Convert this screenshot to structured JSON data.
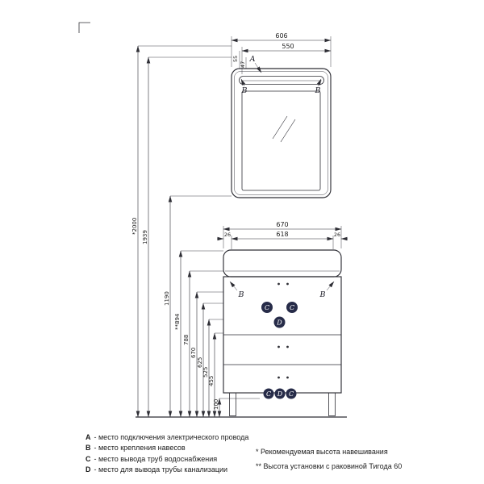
{
  "colors": {
    "line": "#2e2e35",
    "port_fill": "#272c49",
    "port_text": "#ffffff"
  },
  "drawing": {
    "mirror": {
      "dim_width": "606",
      "dim_bracket_span": "550",
      "dim_offset_top": "55",
      "dim_offset_side": "47",
      "point_label": "A",
      "bracket_label": "B"
    },
    "cabinet": {
      "dim_width": "670",
      "dim_inner_width": "618",
      "dim_side_left": "26",
      "dim_side_right": "26",
      "bracket_label": "B",
      "water_label": "C",
      "drain_label": "D"
    },
    "heights": [
      "*2000",
      "1939",
      "1190",
      "**894",
      "788",
      "670",
      "625",
      "525",
      "455",
      "100"
    ]
  },
  "legend": {
    "items": [
      {
        "key": "A",
        "text": "- место подключения электрического провода"
      },
      {
        "key": "B",
        "text": "- место крепления навесов"
      },
      {
        "key": "C",
        "text": "- место вывода труб водоснабжения"
      },
      {
        "key": "D",
        "text": "- место для вывода трубы канализации"
      }
    ],
    "notes": [
      {
        "text": "* Рекомендуемая высота навешивания"
      },
      {
        "text": "** Высота установки с раковиной Тигода 60"
      }
    ]
  }
}
